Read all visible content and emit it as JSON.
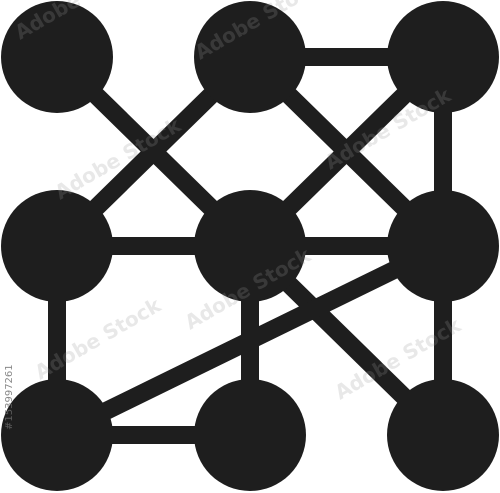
{
  "diagram": {
    "colors": {
      "foreground": "#1e1e1e",
      "background": "#ffffff"
    },
    "nodes": [
      {
        "id": "n1"
      },
      {
        "id": "n2"
      },
      {
        "id": "n3"
      },
      {
        "id": "n4"
      },
      {
        "id": "n5"
      },
      {
        "id": "n6"
      },
      {
        "id": "n7"
      },
      {
        "id": "n8"
      },
      {
        "id": "n9"
      }
    ],
    "edges": [
      {
        "id": "e1",
        "from": "n1",
        "to": "n5"
      },
      {
        "id": "e2",
        "from": "n2",
        "to": "n4"
      },
      {
        "id": "e3",
        "from": "n2",
        "to": "n3"
      },
      {
        "id": "e4",
        "from": "n2",
        "to": "n6"
      },
      {
        "id": "e5",
        "from": "n3",
        "to": "n5"
      },
      {
        "id": "e6",
        "from": "n3",
        "to": "n9"
      },
      {
        "id": "e7",
        "from": "n4",
        "to": "n5"
      },
      {
        "id": "e8",
        "from": "n4",
        "to": "n8"
      },
      {
        "id": "e9",
        "from": "n5",
        "to": "n6"
      },
      {
        "id": "e10",
        "from": "n5",
        "to": "n7"
      },
      {
        "id": "e11",
        "from": "n5",
        "to": "n9"
      },
      {
        "id": "e12",
        "from": "n6",
        "to": "n8"
      },
      {
        "id": "e13",
        "from": "n7",
        "to": "n8"
      }
    ]
  },
  "watermark": {
    "brand": "Adobe Stock",
    "stock_id": "#153997261"
  }
}
